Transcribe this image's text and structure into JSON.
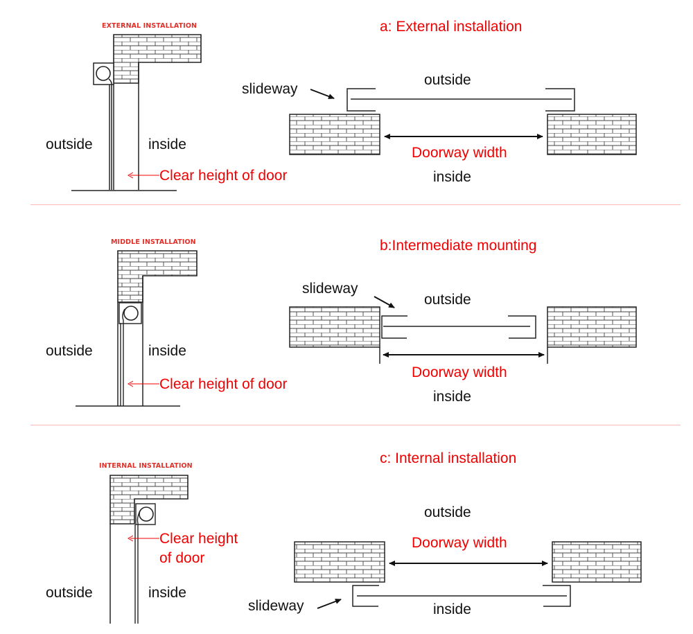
{
  "sections": [
    {
      "id": "a",
      "title": "a: External installation",
      "caption": "EXTERNAL INSTALLATION",
      "side_outside": "outside",
      "side_inside": "inside",
      "clear_height_label": "Clear height of door",
      "plan_outside": "outside",
      "plan_inside": "inside",
      "doorway_width": "Doorway width",
      "slideway": "slideway"
    },
    {
      "id": "b",
      "title": "b:Intermediate mounting",
      "caption": "MIDDLE INSTALLATION",
      "side_outside": "outside",
      "side_inside": "inside",
      "clear_height_label": "Clear height of door",
      "plan_outside": "outside",
      "plan_inside": "inside",
      "doorway_width": "Doorway width",
      "slideway": "slideway"
    },
    {
      "id": "c",
      "title": "c: Internal installation",
      "caption": "INTERNAL INSTALLATION",
      "side_outside": "outside",
      "side_inside": "inside",
      "clear_height_label_line1": "Clear height",
      "clear_height_label_line2": "of door",
      "plan_outside": "outside",
      "plan_inside": "inside",
      "doorway_width": "Doorway width",
      "slideway": "slideway"
    }
  ],
  "colors": {
    "accent_red": "#f00000",
    "caption_red": "#e0302a",
    "line": "#222222",
    "divider": "#ffb8b8"
  }
}
